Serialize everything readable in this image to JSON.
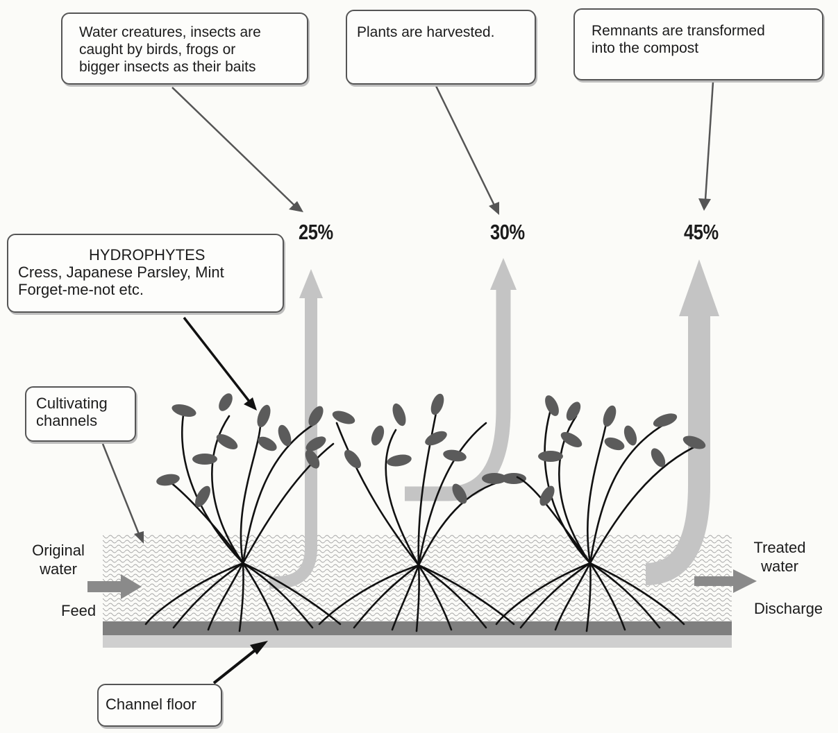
{
  "callouts": {
    "insects": [
      "Water creatures, insects are",
      "caught by birds, frogs or",
      "bigger insects as their baits"
    ],
    "harvest": [
      "Plants are harvested."
    ],
    "compost": [
      "Remnants are transformed",
      "into the compost"
    ],
    "hydrophytes": {
      "title": "HYDROPHYTES",
      "lines": [
        "Cress, Japanese Parsley, Mint",
        "Forget-me-not  etc."
      ]
    },
    "channels": [
      "Cultivating",
      "channels"
    ],
    "floor": "Channel  floor"
  },
  "percentages": [
    "25%",
    "30%",
    "45%"
  ],
  "flow": {
    "inlet": [
      "Original",
      "water"
    ],
    "feed": "Feed",
    "outlet": [
      "Treated",
      "water"
    ],
    "discharge": "Discharge"
  },
  "colors": {
    "arrow_light": "#c4c4c4",
    "arrow_dark": "#8a8a8a",
    "floor": "#7f7f7f",
    "floor_base": "#cfcfcf",
    "leaf": "#5b5b5b",
    "stem": "#111111"
  }
}
